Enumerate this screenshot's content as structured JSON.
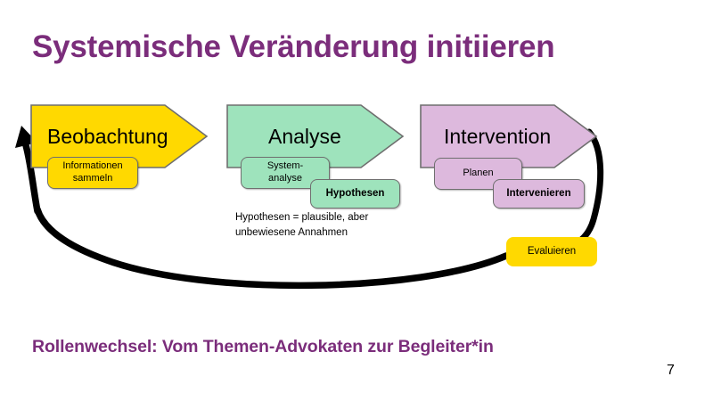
{
  "slide": {
    "title": "Systemische Veränderung initiieren",
    "caption": "Rollenwechsel: Vom Themen-Advokaten zur Begleiter*in",
    "page_number": "7"
  },
  "colors": {
    "title_purple": "#7b2d7b",
    "stage_yellow": "#ffd900",
    "stage_green": "#9ee3bc",
    "stage_mauve": "#ddb9dd",
    "outline_gray": "#6f6f6f",
    "loop_black": "#000000",
    "background": "#ffffff"
  },
  "stages": [
    {
      "key": "beobachtung",
      "label": "Beobachtung",
      "color": "#ffd900",
      "sub_steps": [
        {
          "label": "Informationen\nsammeln",
          "bold": false
        }
      ]
    },
    {
      "key": "analyse",
      "label": "Analyse",
      "color": "#9ee3bc",
      "sub_steps": [
        {
          "label": "System-\nanalyse",
          "bold": false
        },
        {
          "label": "Hypothesen",
          "bold": true
        }
      ]
    },
    {
      "key": "intervention",
      "label": "Intervention",
      "color": "#ddb9dd",
      "sub_steps": [
        {
          "label": "Planen",
          "bold": false
        },
        {
          "label": "Intervenieren",
          "bold": true
        }
      ]
    }
  ],
  "sub_boxes": {
    "informationen_sammeln_line1": "Informationen",
    "informationen_sammeln_line2": "sammeln",
    "system_analyse_line1": "System-",
    "system_analyse_line2": "analyse",
    "hypothesen": "Hypothesen",
    "planen": "Planen",
    "intervenieren": "Intervenieren",
    "evaluieren": "Evaluieren"
  },
  "notes": {
    "hypothesis_definition_line1": "Hypothesen  = plausible,  aber",
    "hypothesis_definition_line2": "unbewiesene  Annahmen"
  },
  "loop": {
    "description": "feedback-loop-arrow",
    "from_stage": "intervention",
    "to_stage": "beobachtung",
    "passes_through": "Evaluieren"
  }
}
